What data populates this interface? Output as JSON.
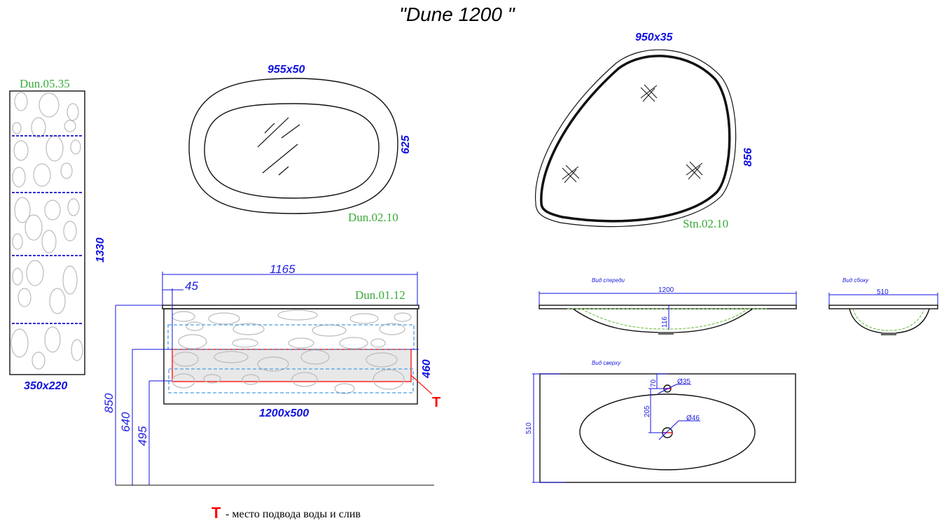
{
  "title": "\"Dune 1200 \"",
  "tall_cabinet": {
    "code": "Dun.05.35",
    "size": "350x220",
    "height": "1330"
  },
  "oval_mirror": {
    "code": "Dun.02.10",
    "size": "955x50",
    "height": "625"
  },
  "triangle_mirror": {
    "code": "Stn.02.10",
    "size": "950x35",
    "height": "856"
  },
  "vanity": {
    "code": "Dun.01.12",
    "size": "1200x500",
    "width": "1165",
    "offset": "45",
    "depth": "460",
    "h_total": "850",
    "h_640": "640",
    "h_495": "495",
    "marker": "T"
  },
  "basin": {
    "front_label": "Вид спереди",
    "front_width": "1200",
    "front_depth": "116",
    "side_label": "Вид сбоку",
    "side_width": "510",
    "top_label": "Вид сверху",
    "top_depth": "510",
    "tap_offset": "70",
    "drain_offset": "205",
    "tap_diameter": "Ø35",
    "drain_diameter": "Ø46"
  },
  "legend": {
    "marker": "T",
    "text": "- место подвода воды и слив"
  },
  "colors": {
    "dimension": "#1010e0",
    "code": "#3aaa3a",
    "marker": "#ff0000"
  }
}
